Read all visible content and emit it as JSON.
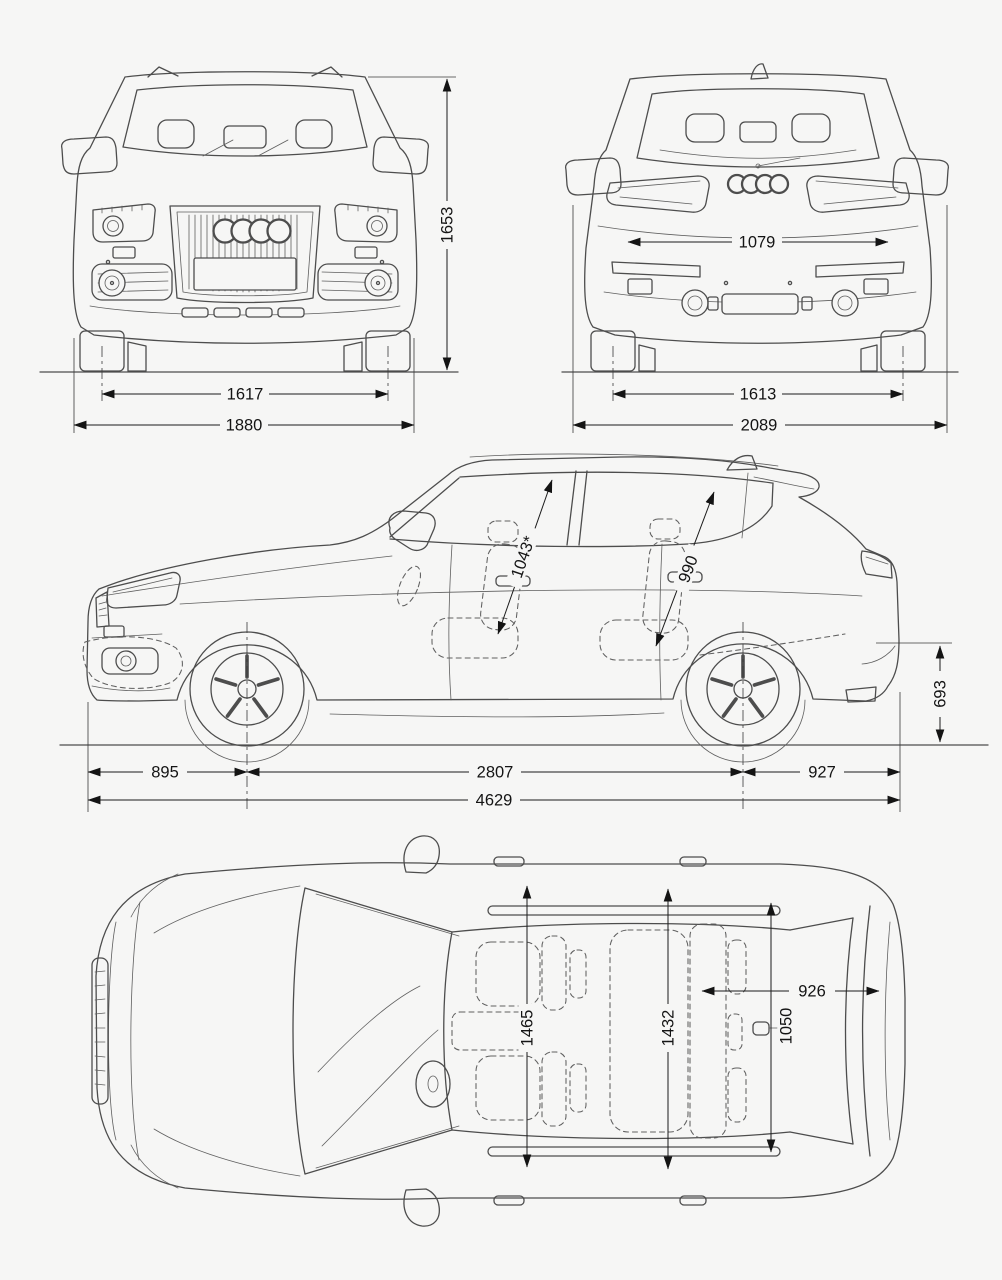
{
  "document": {
    "type": "car dimensions blueprint",
    "subject": "compact SUV technical line drawing",
    "views_shown": [
      "front view",
      "rear view",
      "side view",
      "top view"
    ],
    "line_color": "#4d4d4d",
    "dimension_color": "#1b1b1b",
    "background_color": "#f6f6f5"
  },
  "views": {
    "front": {
      "name": "front view",
      "height": "1653",
      "wheel_track": "1617",
      "body_width": "1880"
    },
    "rear": {
      "name": "rear view",
      "tailgate_width": "1079",
      "wheel_track": "1613",
      "width_incl_mirrors": "2089"
    },
    "side": {
      "name": "side view",
      "front_headroom": "1043*",
      "rear_headroom": "990",
      "load_height": "693",
      "front_overhang": "895",
      "wheelbase": "2807",
      "rear_overhang": "927",
      "overall_length": "4629"
    },
    "top": {
      "name": "top view",
      "front_shoulder_width": "1465",
      "rear_shoulder_width": "1432",
      "rear_interior_width": "926",
      "boot_width": "1050"
    }
  }
}
